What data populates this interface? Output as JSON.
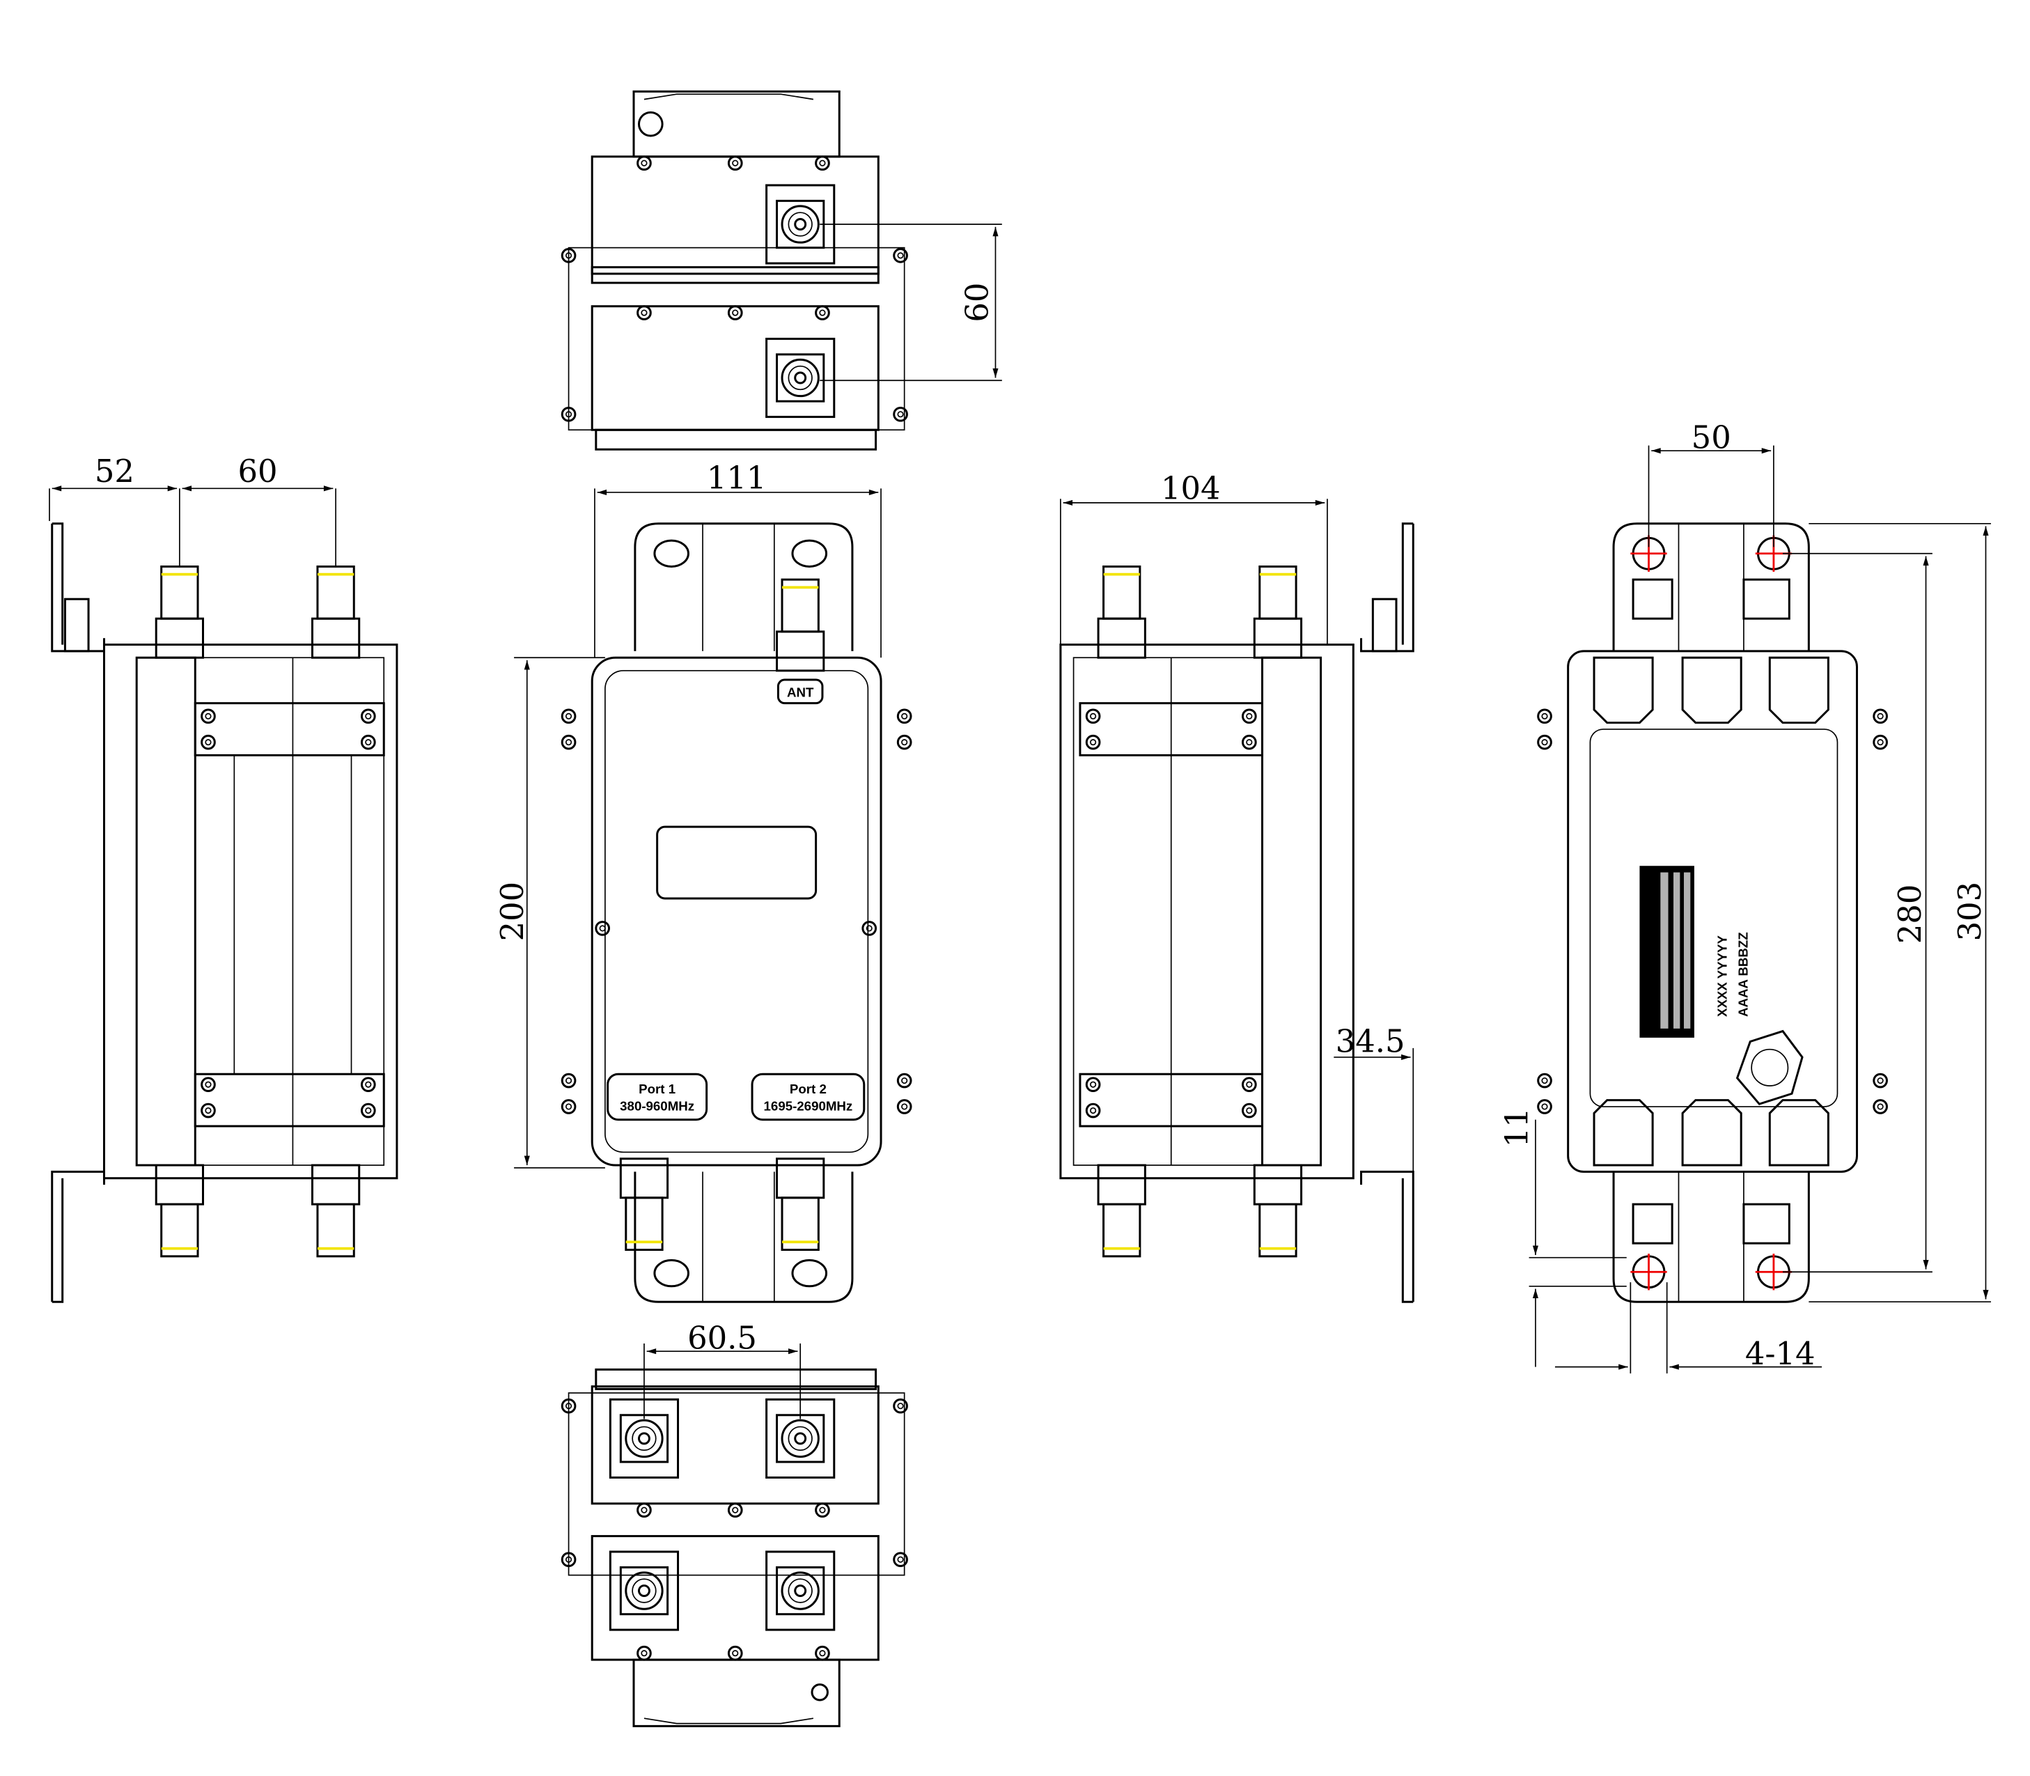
{
  "drawing": {
    "front_view": {
      "ant_label": "ANT",
      "port1": {
        "name": "Port 1",
        "band": "380-960MHz"
      },
      "port2": {
        "name": "Port 2",
        "band": "1695-2690MHz"
      }
    },
    "rear_view": {
      "label_line1": "XXXX YYYYY",
      "label_line2": "AAAA BBBZZ"
    },
    "dimensions": {
      "top_connector_pitch": "60",
      "side_left_offset": "52",
      "side_connector_pitch": "60",
      "front_width": "111",
      "side_depth": "104",
      "mount_hole_pitch_h": "50",
      "body_height": "200",
      "bracket_offset": "34.5",
      "mount_hole_pitch_v": "280",
      "overall_height": "303",
      "hole_edge_offset": "11",
      "mount_holes": "4-14",
      "bottom_connector_pitch": "60.5"
    }
  }
}
